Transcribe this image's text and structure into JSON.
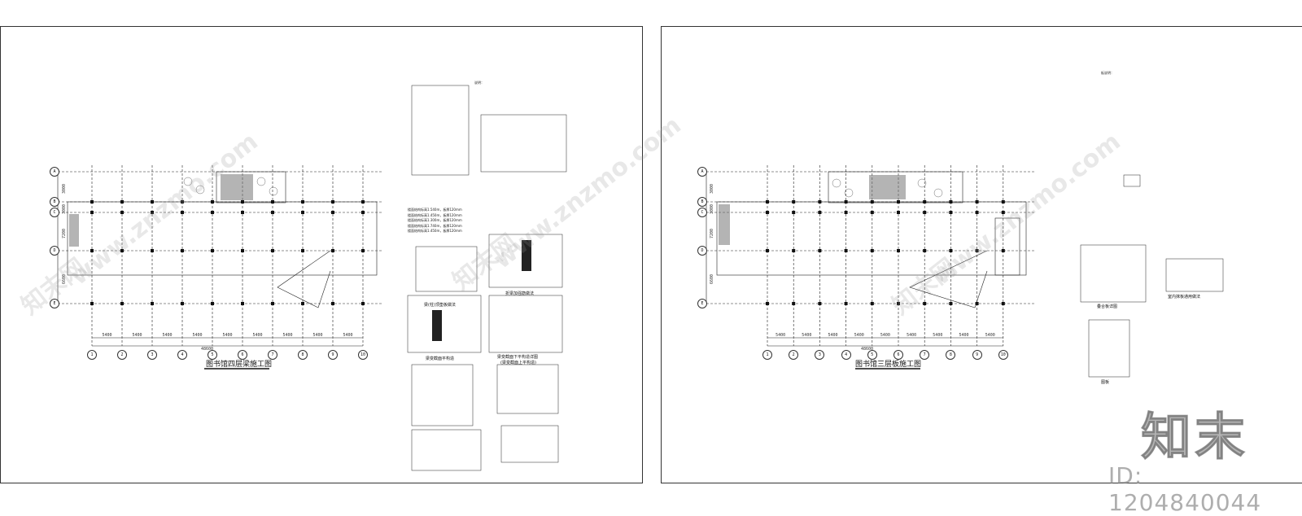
{
  "sheets": [
    {
      "title": "图书馆四层梁施工图",
      "grid_columns": [
        "1",
        "2",
        "3",
        "4",
        "5",
        "6",
        "7",
        "8",
        "9",
        "10"
      ],
      "grid_rows": [
        "A",
        "B",
        "C",
        "D",
        "E"
      ],
      "bay_dims": [
        "5400",
        "5400",
        "5400",
        "5400",
        "5400",
        "5400",
        "5400",
        "5400",
        "5400"
      ],
      "total_dim": "48600",
      "row_dims": [
        "3000",
        "3000",
        "7200",
        "6600"
      ],
      "details": [
        "梁(柱)顶垫板做法",
        "折梁加强筋做法",
        "梁变截面平构造",
        "梁变截面下平构造详图",
        "(梁变截面上平构造)"
      ],
      "legend": [
        "楼面结构标高1.540m，板厚120mm",
        "楼面结构标高1.450m，板厚120mm",
        "楼面结构标高1.300m，板厚120mm",
        "楼面结构标高1.740m，板厚120mm",
        "楼面结构标高1.450m，板厚120mm"
      ],
      "notes_title": "说明："
    },
    {
      "title": "图书馆三层板施工图",
      "grid_columns": [
        "1",
        "2",
        "3",
        "4",
        "5",
        "6",
        "7",
        "8",
        "9",
        "10"
      ],
      "grid_rows": [
        "A",
        "B",
        "C",
        "D",
        "E"
      ],
      "bay_dims": [
        "5400",
        "5400",
        "5400",
        "5400",
        "5400",
        "5400",
        "5400",
        "5400",
        "5400"
      ],
      "total_dim": "48600",
      "row_dims": [
        "3000",
        "3000",
        "7200",
        "6600"
      ],
      "details": [
        "叠合板详图",
        "室内抹板通用做法",
        "图板"
      ],
      "notes_title": "板说明："
    }
  ],
  "watermarks": {
    "site": "www.znzmo.com",
    "brand_cn": "知末网",
    "logo": "知末",
    "id": "ID: 1204840044"
  },
  "colors": {
    "line": "#222222",
    "hatch": "#555555",
    "watermark": "#999999"
  }
}
